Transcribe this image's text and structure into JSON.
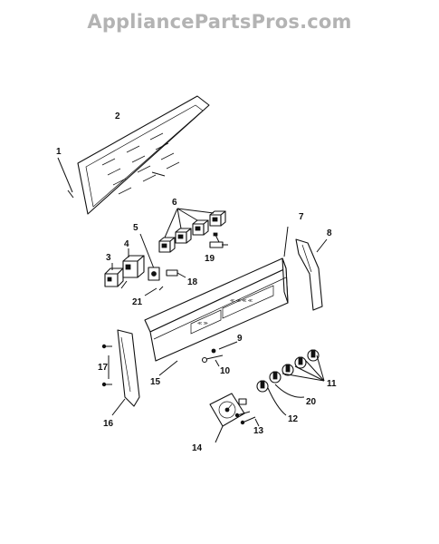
{
  "watermark": "AppliancePartsPros.com",
  "callouts": [
    {
      "id": "l1",
      "text": "1"
    },
    {
      "id": "l2",
      "text": "2"
    },
    {
      "id": "l3",
      "text": "3"
    },
    {
      "id": "l4",
      "text": "4"
    },
    {
      "id": "l5",
      "text": "5"
    },
    {
      "id": "l6",
      "text": "6"
    },
    {
      "id": "l7",
      "text": "7"
    },
    {
      "id": "l8",
      "text": "8"
    },
    {
      "id": "l9",
      "text": "9"
    },
    {
      "id": "l10",
      "text": "10"
    },
    {
      "id": "l11",
      "text": "11"
    },
    {
      "id": "l12",
      "text": "12"
    },
    {
      "id": "l13",
      "text": "13"
    },
    {
      "id": "l14",
      "text": "14"
    },
    {
      "id": "l15",
      "text": "15"
    },
    {
      "id": "l16",
      "text": "16"
    },
    {
      "id": "l17",
      "text": "17"
    },
    {
      "id": "l18",
      "text": "18"
    },
    {
      "id": "l19",
      "text": "19"
    },
    {
      "id": "l20",
      "text": "20"
    },
    {
      "id": "l21",
      "text": "21"
    }
  ]
}
